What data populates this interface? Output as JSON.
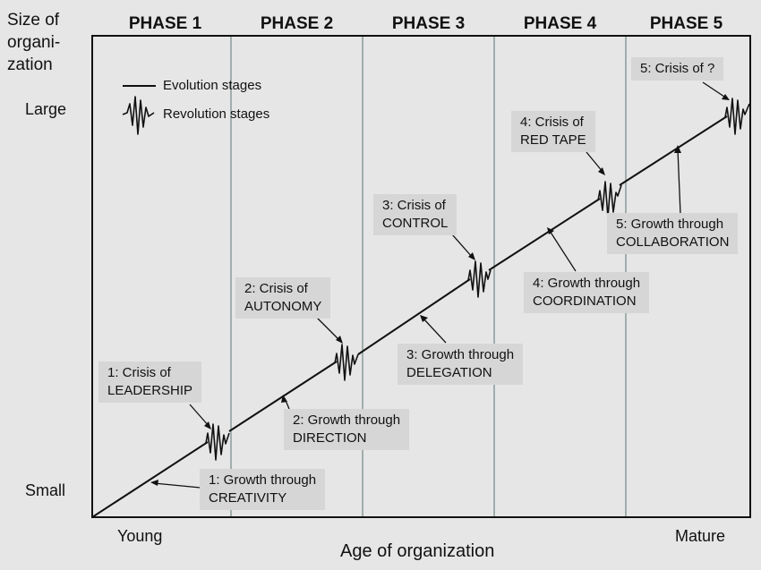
{
  "axes": {
    "y_title": [
      "Size of",
      "organi-",
      "zation"
    ],
    "y_large": "Large",
    "y_small": "Small",
    "x_young": "Young",
    "x_mature": "Mature",
    "x_title": "Age of organization"
  },
  "phases": [
    "PHASE 1",
    "PHASE 2",
    "PHASE 3",
    "PHASE 4",
    "PHASE 5"
  ],
  "legend": {
    "evolution": "Evolution stages",
    "revolution": "Revolution stages"
  },
  "crises": [
    {
      "line1": "1: Crisis of",
      "line2": "LEADERSHIP"
    },
    {
      "line1": "2: Crisis of",
      "line2": "AUTONOMY"
    },
    {
      "line1": "3: Crisis of",
      "line2": "CONTROL"
    },
    {
      "line1": "4: Crisis of",
      "line2": "RED TAPE"
    },
    {
      "line1": "5: Crisis of ?"
    }
  ],
  "growth": [
    {
      "line1": "1: Growth through",
      "line2": "CREATIVITY"
    },
    {
      "line1": "2: Growth through",
      "line2": "DIRECTION"
    },
    {
      "line1": "3: Growth through",
      "line2": "DELEGATION"
    },
    {
      "line1": "4: Growth through",
      "line2": "COORDINATION"
    },
    {
      "line1": "5: Growth through",
      "line2": "COLLABORATION"
    }
  ],
  "colors": {
    "background": "#e6e6e6",
    "label_box": "#d6d6d6",
    "phase_divider": "#8a9a9a",
    "line": "#111111"
  }
}
